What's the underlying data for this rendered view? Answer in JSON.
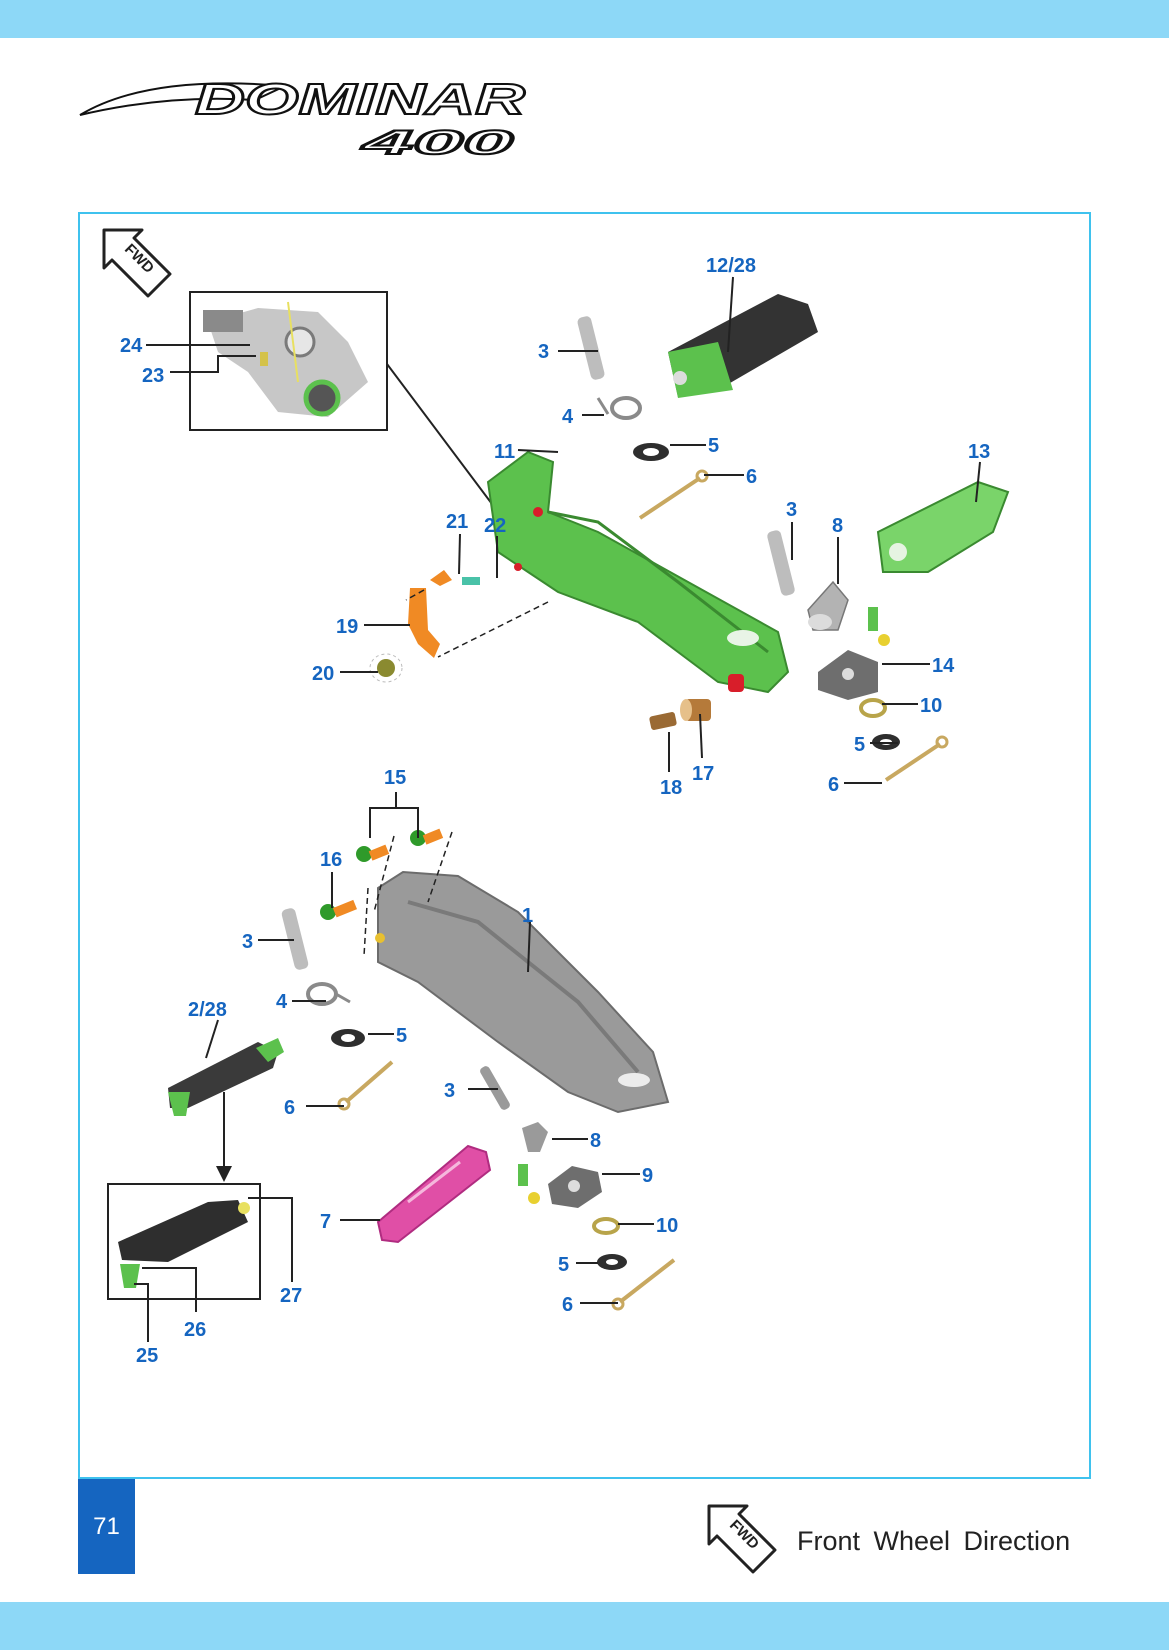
{
  "colors": {
    "band": "#8dd8f7",
    "frame_border": "#3fc2ee",
    "callout_text": "#1565c0",
    "page_box": "#1565c0",
    "part_green": "#5cc14d",
    "part_grey": "#9a9a9a",
    "part_orange": "#f08a24",
    "part_pink": "#e04fa6"
  },
  "logo": {
    "line1": "DOMINAR",
    "line2": "400"
  },
  "fwd_badge": "FWD",
  "callouts": [
    {
      "id": "c24",
      "text": "24"
    },
    {
      "id": "c23",
      "text": "23"
    },
    {
      "id": "c3a",
      "text": "3"
    },
    {
      "id": "c4a",
      "text": "4"
    },
    {
      "id": "c1228",
      "text": "12/28"
    },
    {
      "id": "c5a",
      "text": "5"
    },
    {
      "id": "c6a",
      "text": "6"
    },
    {
      "id": "c11",
      "text": "11"
    },
    {
      "id": "c13",
      "text": "13"
    },
    {
      "id": "c21",
      "text": "21"
    },
    {
      "id": "c22",
      "text": "22"
    },
    {
      "id": "c3b",
      "text": "3"
    },
    {
      "id": "c8a",
      "text": "8"
    },
    {
      "id": "c19",
      "text": "19"
    },
    {
      "id": "c14",
      "text": "14"
    },
    {
      "id": "c20",
      "text": "20"
    },
    {
      "id": "c10a",
      "text": "10"
    },
    {
      "id": "c5b",
      "text": "5"
    },
    {
      "id": "c18",
      "text": "18"
    },
    {
      "id": "c17",
      "text": "17"
    },
    {
      "id": "c6b",
      "text": "6"
    },
    {
      "id": "c15",
      "text": "15"
    },
    {
      "id": "c16",
      "text": "16"
    },
    {
      "id": "c1",
      "text": "1"
    },
    {
      "id": "c3c",
      "text": "3"
    },
    {
      "id": "c4b",
      "text": "4"
    },
    {
      "id": "c228",
      "text": "2/28"
    },
    {
      "id": "c5c",
      "text": "5"
    },
    {
      "id": "c6c",
      "text": "6"
    },
    {
      "id": "c3d",
      "text": "3"
    },
    {
      "id": "c8b",
      "text": "8"
    },
    {
      "id": "c9",
      "text": "9"
    },
    {
      "id": "c7",
      "text": "7"
    },
    {
      "id": "c10b",
      "text": "10"
    },
    {
      "id": "c27",
      "text": "27"
    },
    {
      "id": "c5d",
      "text": "5"
    },
    {
      "id": "c6d",
      "text": "6"
    },
    {
      "id": "c26",
      "text": "26"
    },
    {
      "id": "c25",
      "text": "25"
    }
  ],
  "footer": {
    "page_number": "71",
    "fwd_badge": "FWD",
    "legend_label": "Front Wheel Direction"
  }
}
